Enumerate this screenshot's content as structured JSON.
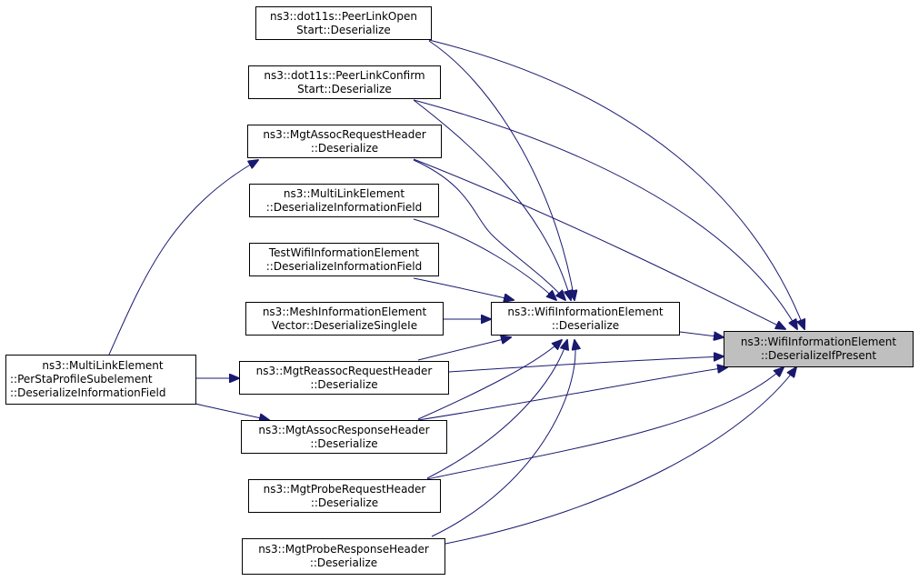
{
  "nodes": {
    "peer_link_open": {
      "line1": "ns3::dot11s::PeerLinkOpen",
      "line2": "Start::Deserialize"
    },
    "peer_link_confirm": {
      "line1": "ns3::dot11s::PeerLinkConfirm",
      "line2": "Start::Deserialize"
    },
    "assoc_request": {
      "line1": "ns3::MgtAssocRequestHeader",
      "line2": "::Deserialize"
    },
    "multilink_field": {
      "line1": "ns3::MultiLinkElement",
      "line2": "::DeserializeInformationField"
    },
    "test_wifi_ie": {
      "line1": "TestWifiInformationElement",
      "line2": "::DeserializeInformationField"
    },
    "mesh_ie_vector": {
      "line1": "ns3::MeshInformationElement",
      "line2": "Vector::DeserializeSingleIe"
    },
    "per_sta_profile": {
      "line1": "ns3::MultiLinkElement",
      "line2": "::PerStaProfileSubelement",
      "line3": "::DeserializeInformationField"
    },
    "reassoc_request": {
      "line1": "ns3::MgtReassocRequestHeader",
      "line2": "::Deserialize"
    },
    "assoc_response": {
      "line1": "ns3::MgtAssocResponseHeader",
      "line2": "::Deserialize"
    },
    "probe_request": {
      "line1": "ns3::MgtProbeRequestHeader",
      "line2": "::Deserialize"
    },
    "probe_response": {
      "line1": "ns3::MgtProbeResponseHeader",
      "line2": "::Deserialize"
    },
    "wifi_ie_deserialize": {
      "line1": "ns3::WifiInformationElement",
      "line2": "::Deserialize"
    },
    "deserialize_if_present": {
      "line1": "ns3::WifiInformationElement",
      "line2": "::DeserializeIfPresent"
    }
  },
  "edges": [
    {
      "from": "peer_link_open",
      "to": "wifi_ie_deserialize"
    },
    {
      "from": "peer_link_open",
      "to": "deserialize_if_present"
    },
    {
      "from": "peer_link_confirm",
      "to": "wifi_ie_deserialize"
    },
    {
      "from": "peer_link_confirm",
      "to": "deserialize_if_present"
    },
    {
      "from": "assoc_request",
      "to": "wifi_ie_deserialize"
    },
    {
      "from": "assoc_request",
      "to": "deserialize_if_present"
    },
    {
      "from": "multilink_field",
      "to": "wifi_ie_deserialize"
    },
    {
      "from": "test_wifi_ie",
      "to": "wifi_ie_deserialize"
    },
    {
      "from": "mesh_ie_vector",
      "to": "wifi_ie_deserialize"
    },
    {
      "from": "per_sta_profile",
      "to": "assoc_request"
    },
    {
      "from": "per_sta_profile",
      "to": "reassoc_request"
    },
    {
      "from": "per_sta_profile",
      "to": "assoc_response"
    },
    {
      "from": "reassoc_request",
      "to": "wifi_ie_deserialize"
    },
    {
      "from": "reassoc_request",
      "to": "deserialize_if_present"
    },
    {
      "from": "assoc_response",
      "to": "wifi_ie_deserialize"
    },
    {
      "from": "assoc_response",
      "to": "deserialize_if_present"
    },
    {
      "from": "probe_request",
      "to": "wifi_ie_deserialize"
    },
    {
      "from": "probe_request",
      "to": "deserialize_if_present"
    },
    {
      "from": "probe_response",
      "to": "wifi_ie_deserialize"
    },
    {
      "from": "probe_response",
      "to": "deserialize_if_present"
    },
    {
      "from": "wifi_ie_deserialize",
      "to": "deserialize_if_present"
    }
  ],
  "colors": {
    "edge": "#191970",
    "target_fill": "#bfbfbf",
    "node_fill": "#ffffff",
    "border": "#000000"
  }
}
